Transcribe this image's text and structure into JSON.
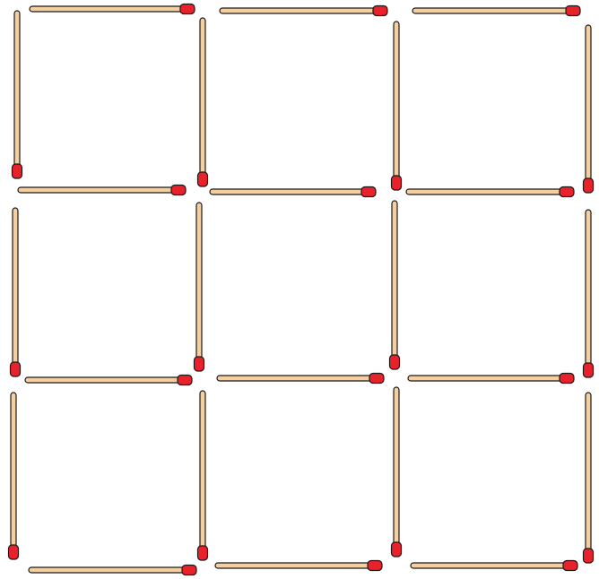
{
  "puzzle": {
    "grid": {
      "rows": 3,
      "cols": 3
    },
    "colors": {
      "stick": "#f5cfa0",
      "stick_outline": "#1a1a1a",
      "match_head": "#e8212b",
      "match_head_outline": "#1a1a1a"
    },
    "matchsticks": {
      "horizontal": [
        {
          "id": "h-r0-c0",
          "row": 0,
          "col": 0,
          "head": "right"
        },
        {
          "id": "h-r0-c1",
          "row": 0,
          "col": 1,
          "head": "right"
        },
        {
          "id": "h-r0-c2",
          "row": 0,
          "col": 2,
          "head": "right"
        },
        {
          "id": "h-r1-c0",
          "row": 1,
          "col": 0,
          "head": "right"
        },
        {
          "id": "h-r1-c1",
          "row": 1,
          "col": 1,
          "head": "right"
        },
        {
          "id": "h-r1-c2",
          "row": 1,
          "col": 2,
          "head": "right"
        },
        {
          "id": "h-r2-c0",
          "row": 2,
          "col": 0,
          "head": "right"
        },
        {
          "id": "h-r2-c1",
          "row": 2,
          "col": 1,
          "head": "right"
        },
        {
          "id": "h-r2-c2",
          "row": 2,
          "col": 2,
          "head": "right"
        },
        {
          "id": "h-r3-c0",
          "row": 3,
          "col": 0,
          "head": "right"
        },
        {
          "id": "h-r3-c1",
          "row": 3,
          "col": 1,
          "head": "right"
        },
        {
          "id": "h-r3-c2",
          "row": 3,
          "col": 2,
          "head": "right"
        }
      ],
      "vertical": [
        {
          "id": "v-r0-c0",
          "row": 0,
          "col": 0,
          "head": "bottom"
        },
        {
          "id": "v-r0-c1",
          "row": 0,
          "col": 1,
          "head": "bottom"
        },
        {
          "id": "v-r0-c2",
          "row": 0,
          "col": 2,
          "head": "bottom"
        },
        {
          "id": "v-r0-c3",
          "row": 0,
          "col": 3,
          "head": "bottom"
        },
        {
          "id": "v-r1-c0",
          "row": 1,
          "col": 0,
          "head": "bottom"
        },
        {
          "id": "v-r1-c1",
          "row": 1,
          "col": 1,
          "head": "bottom"
        },
        {
          "id": "v-r1-c2",
          "row": 1,
          "col": 2,
          "head": "bottom"
        },
        {
          "id": "v-r1-c3",
          "row": 1,
          "col": 3,
          "head": "bottom"
        },
        {
          "id": "v-r2-c0",
          "row": 2,
          "col": 0,
          "head": "bottom"
        },
        {
          "id": "v-r2-c1",
          "row": 2,
          "col": 1,
          "head": "bottom"
        },
        {
          "id": "v-r2-c2",
          "row": 2,
          "col": 2,
          "head": "bottom"
        },
        {
          "id": "v-r2-c3",
          "row": 2,
          "col": 3,
          "head": "bottom"
        }
      ]
    }
  }
}
